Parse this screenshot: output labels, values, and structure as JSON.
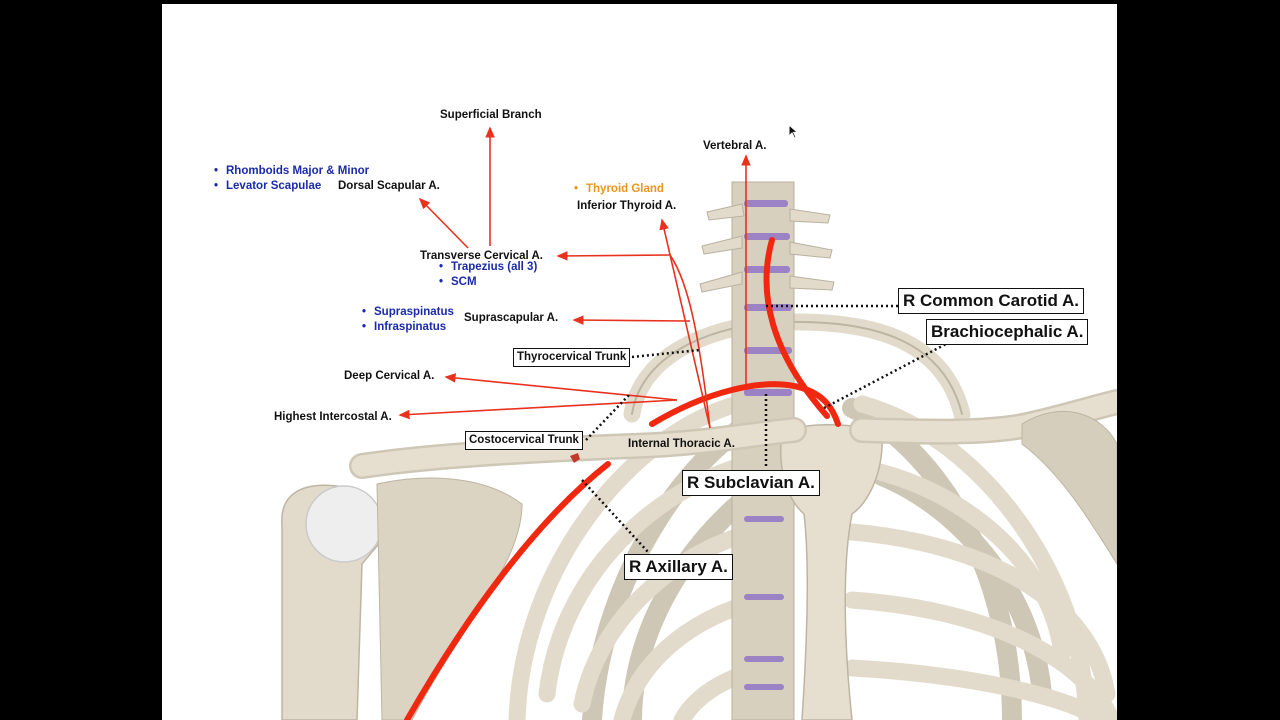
{
  "labels": {
    "superficial_branch": "Superficial Branch",
    "vertebral": "Vertebral A.",
    "dorsal_scapular": "Dorsal Scapular A.",
    "thyroid_gland": "Thyroid Gland",
    "inferior_thyroid": "Inferior Thyroid A.",
    "transverse_cervical": "Transverse Cervical A.",
    "suprascapular": "Suprascapular A.",
    "deep_cervical": "Deep Cervical A.",
    "highest_intercostal": "Highest Intercostal A.",
    "internal_thoracic": "Internal Thoracic A."
  },
  "muscles": {
    "dorsal_scapular": [
      "Rhomboids Major & Minor",
      "Levator Scapulae"
    ],
    "transverse_cervical": [
      "Trapezius (all 3)",
      "SCM"
    ],
    "suprascapular": [
      "Supraspinatus",
      "Infraspinatus"
    ]
  },
  "boxes": {
    "thyrocervical_trunk": "Thyrocervical Trunk",
    "costocervical_trunk": "Costocervical Trunk",
    "r_common_carotid": "R Common Carotid A.",
    "brachiocephalic": "Brachiocephalic A.",
    "r_subclavian": "R Subclavian A.",
    "r_axillary": "R Axillary A."
  },
  "colors": {
    "artery": "#f02810",
    "bone": "#e2dbcc",
    "disc": "#9a82c4",
    "muscle_text": "#1a2aa8",
    "gland_text": "#e8961e"
  },
  "icons": {
    "cursor": "arrow-cursor-icon"
  }
}
